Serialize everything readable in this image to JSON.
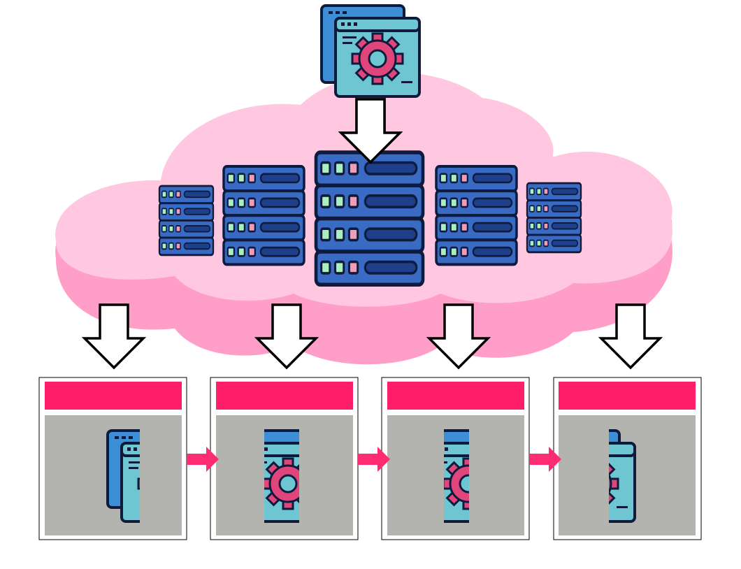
{
  "colors": {
    "cloud_light": "#ffc8e0",
    "cloud_shadow": "#ff9ec8",
    "server_body": "#3a6bc4",
    "server_dark": "#0f1b3d",
    "window_back": "#3c8fd6",
    "window_front": "#6ec6d3",
    "gear": "#e0457b",
    "header_bar": "#ff1e6a",
    "panel_gray": "#b3b3b0",
    "connector_arrow": "#ff2c72",
    "led_green": "#a8f0c0",
    "led_pink": "#f59ab8",
    "led_blue": "#8fb8ff"
  },
  "icons": {
    "app": "application-window-gear-icon",
    "server": "server-rack-icon",
    "down_arrow": "down-arrow-icon",
    "right_arrow": "right-arrow-icon"
  },
  "diagram": {
    "servers": [
      {
        "name": "server-far-left",
        "units": 4,
        "size": "small"
      },
      {
        "name": "server-left",
        "units": 4,
        "size": "medium"
      },
      {
        "name": "server-center",
        "units": 4,
        "size": "large"
      },
      {
        "name": "server-right",
        "units": 4,
        "size": "medium"
      },
      {
        "name": "server-far-right",
        "units": 4,
        "size": "small"
      }
    ],
    "frames": [
      {
        "name": "frame-1",
        "slice": "left-edge"
      },
      {
        "name": "frame-2",
        "slice": "middle-left"
      },
      {
        "name": "frame-3",
        "slice": "middle"
      },
      {
        "name": "frame-4",
        "slice": "right-edge"
      }
    ],
    "frame_count": 4
  }
}
